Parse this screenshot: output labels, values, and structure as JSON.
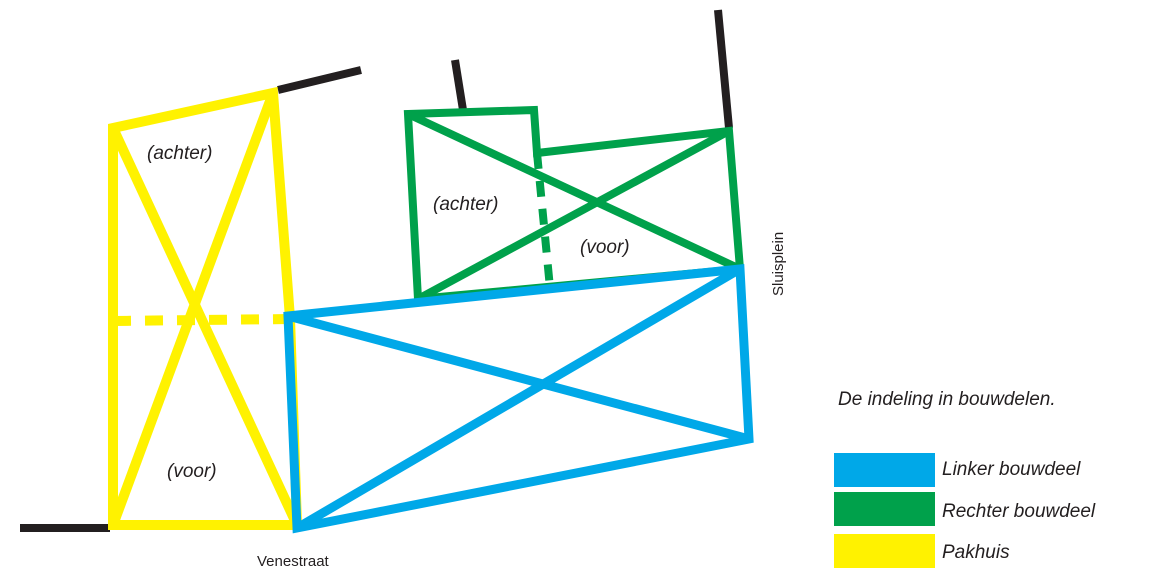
{
  "colors": {
    "linker": "#00a8e8",
    "rechter": "#00a14b",
    "pakhuis": "#fff200",
    "wall": "#231f20"
  },
  "diagram": {
    "labels": {
      "pakhuis_achter": "(achter)",
      "pakhuis_voor": "(voor)",
      "rechter_achter": "(achter)",
      "rechter_voor": "(voor)",
      "venestraat": "Venestraat",
      "sluisplein": "Sluisplein"
    }
  },
  "legend": {
    "title": "De indeling in bouwdelen.",
    "items": [
      {
        "label": "Linker bouwdeel",
        "color": "#00a8e8"
      },
      {
        "label": "Rechter bouwdeel",
        "color": "#00a14b"
      },
      {
        "label": "Pakhuis",
        "color": "#fff200"
      }
    ]
  }
}
